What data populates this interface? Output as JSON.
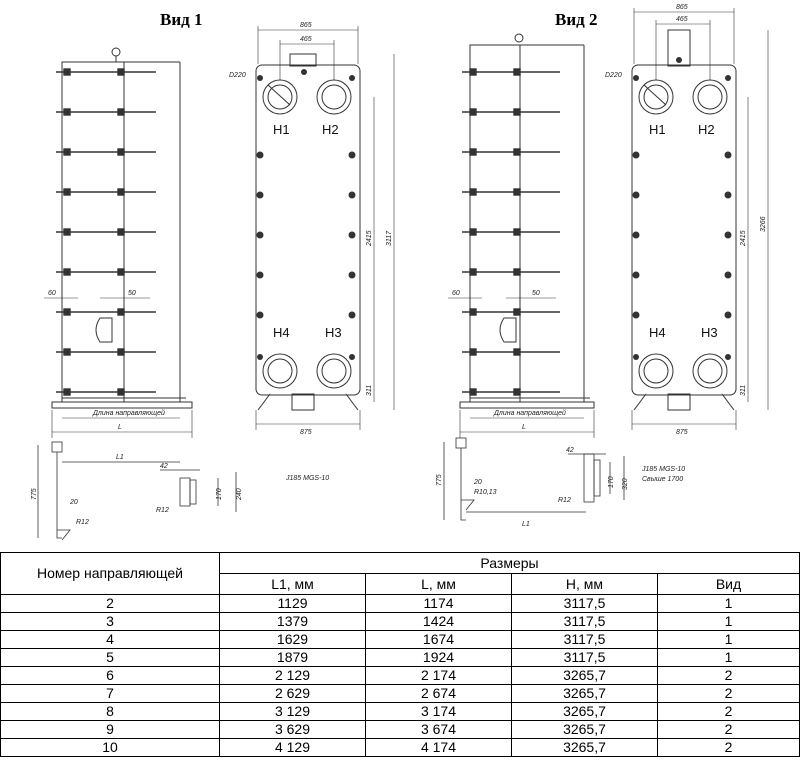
{
  "views": {
    "view1": {
      "title": "Вид 1",
      "dims": {
        "w865": "865",
        "w465": "465",
        "d220": "D220",
        "h3117": "3117",
        "h2415": "2415",
        "h311": "311",
        "w875": "875",
        "g60": "60",
        "g50": "50",
        "guide": "Длина направляющей",
        "L": "L"
      },
      "ports": [
        "H1",
        "H2",
        "H4",
        "H3"
      ],
      "detail": {
        "L1": "L1",
        "d42": "42",
        "d775": "775",
        "d20": "20",
        "r12a": "R12",
        "r12b": "R12",
        "d170": "170",
        "d240": "240",
        "model": "J185 MGS-10"
      }
    },
    "view2": {
      "title": "Вид 2",
      "dims": {
        "w865": "865",
        "w465": "465",
        "d220": "D220",
        "h3266": "3266",
        "h2415": "2415",
        "h311": "311",
        "w875": "875",
        "g60": "60",
        "g50": "50",
        "guide": "Длина направляющей",
        "L": "L"
      },
      "ports": [
        "H1",
        "H2",
        "H4",
        "H3"
      ],
      "detail": {
        "L1": "L1",
        "d42": "42",
        "d775": "775",
        "d20": "20",
        "r1013": "R10,13",
        "r12": "R12",
        "d170": "170",
        "d320": "320",
        "model": "J185 MGS-10",
        "note": "Свыше 1700"
      }
    }
  },
  "table": {
    "head_left": "Номер направляющей",
    "head_group": "Размеры",
    "columns": [
      "L1, мм",
      "L, мм",
      "H, мм",
      "Вид"
    ],
    "rows": [
      [
        "2",
        "1129",
        "1174",
        "3117,5",
        "1"
      ],
      [
        "3",
        "1379",
        "1424",
        "3117,5",
        "1"
      ],
      [
        "4",
        "1629",
        "1674",
        "3117,5",
        "1"
      ],
      [
        "5",
        "1879",
        "1924",
        "3117,5",
        "1"
      ],
      [
        "6",
        "2 129",
        "2 174",
        "3265,7",
        "2"
      ],
      [
        "7",
        "2 629",
        "2 674",
        "3265,7",
        "2"
      ],
      [
        "8",
        "3 129",
        "3 174",
        "3265,7",
        "2"
      ],
      [
        "9",
        "3 629",
        "3 674",
        "3265,7",
        "2"
      ],
      [
        "10",
        "4 129",
        "4 174",
        "3265,7",
        "2"
      ]
    ]
  }
}
